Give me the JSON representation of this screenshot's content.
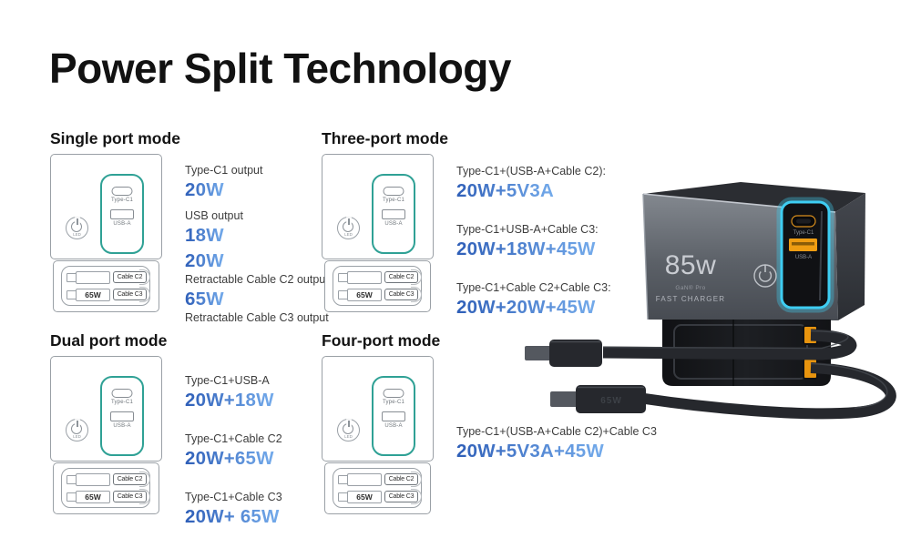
{
  "page": {
    "title": "Power Split Technology"
  },
  "diagram": {
    "typec_label": "Type-C1",
    "usba_label": "USB-A",
    "led_label": "LED",
    "cable_c2_label": "Cable C2",
    "cable_c3_label": "Cable C3",
    "cable_65w_label": "65W"
  },
  "modes": [
    {
      "heading": "Single port mode",
      "items": [
        {
          "label": "Type-C1 output",
          "value": "20W",
          "order": "label-first"
        },
        {
          "label": "USB output",
          "value": "18W",
          "order": "label-first"
        },
        {
          "label": "Retractable Cable C2 output",
          "value": "20W",
          "order": "value-first"
        },
        {
          "label": "Retractable Cable C3 output",
          "value": "65W",
          "order": "value-first"
        }
      ]
    },
    {
      "heading": "Three-port mode",
      "items": [
        {
          "label": "Type-C1+(USB-A+Cable C2):",
          "value": "20W+5V3A",
          "order": "label-first"
        },
        {
          "label": "Type-C1+USB-A+Cable C3:",
          "value": "20W+18W+45W",
          "order": "label-first"
        },
        {
          "label": "Type-C1+Cable C2+Cable C3:",
          "value": "20W+20W+45W",
          "order": "label-first"
        }
      ]
    },
    {
      "heading": "Dual port mode",
      "items": [
        {
          "label": "Type-C1+USB-A",
          "value": "20W+18W",
          "order": "label-first"
        },
        {
          "label": "Type-C1+Cable C2",
          "value": "20W+65W",
          "order": "label-first"
        },
        {
          "label": "Type-C1+Cable C3",
          "value": "20W+ 65W",
          "order": "label-first"
        }
      ]
    },
    {
      "heading": "Four-port mode",
      "items": [
        {
          "label": "Type-C1+(USB-A+Cable C2)+Cable C3",
          "value": "20W+5V3A+45W",
          "order": "label-first"
        }
      ]
    }
  ],
  "product": {
    "wattage": "85w",
    "gan_label": "GaN® Pro",
    "fast_charger_label": "FAST CHARGER",
    "typec_label": "Type-C1",
    "usba_label": "USB-A",
    "cable_wattage": "65W"
  },
  "colors": {
    "value_blue_dark": "#2f5fb8",
    "value_blue_light": "#74abeb",
    "diagram_teal": "#2fa195",
    "glow_cyan": "#3ecdf2",
    "port_orange": "#ef9d12",
    "label_gray": "#3d3d3d"
  }
}
